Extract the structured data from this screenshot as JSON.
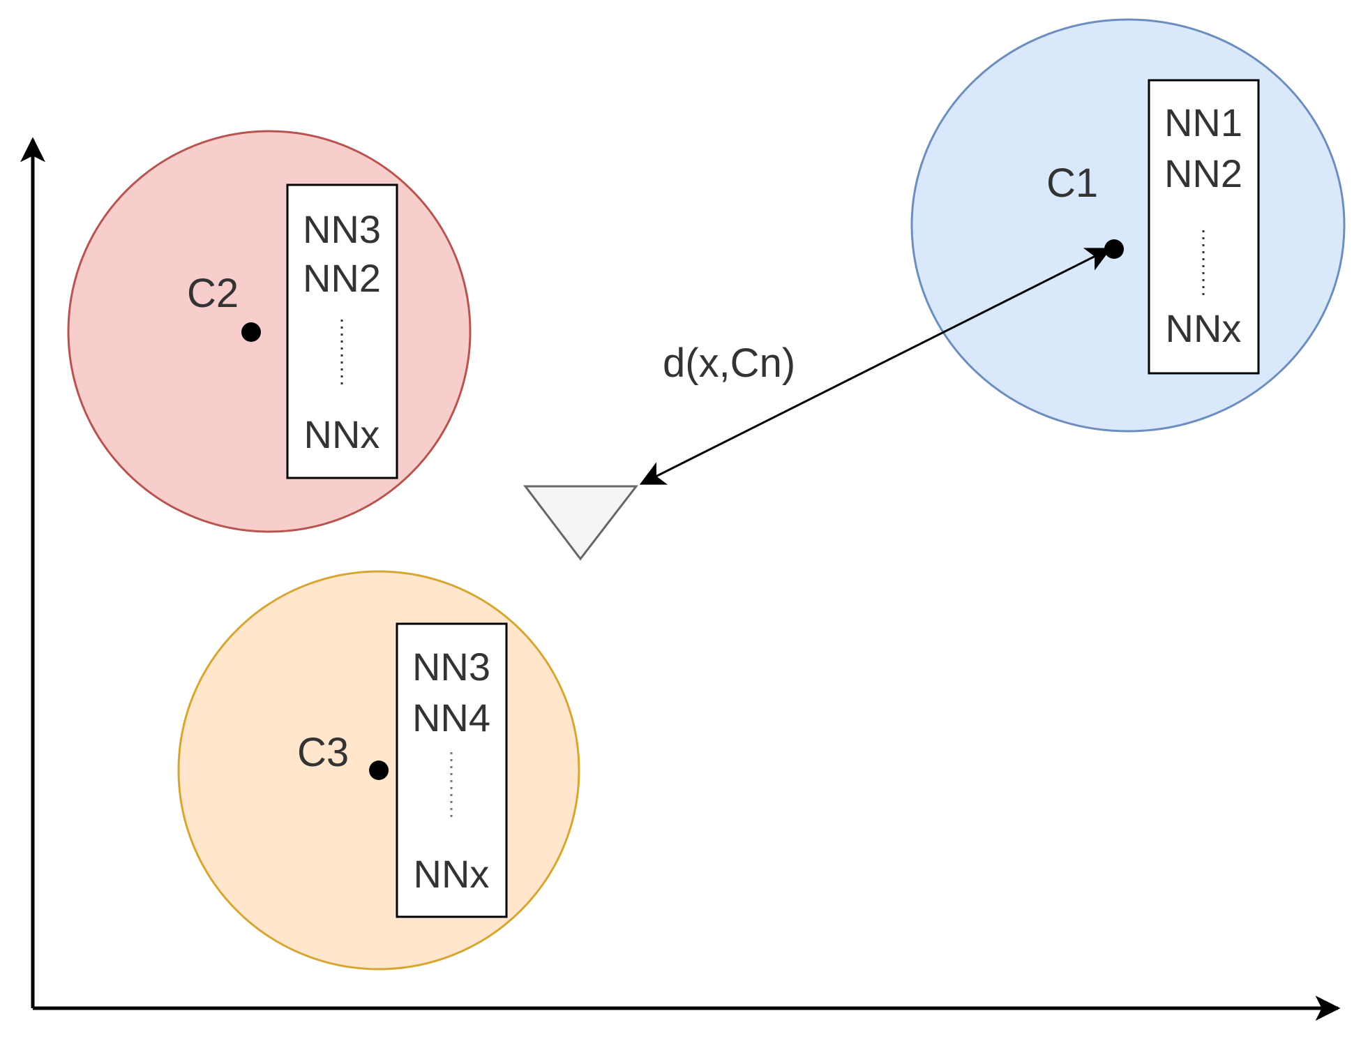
{
  "colors": {
    "axis": "#000000",
    "text": "#333333",
    "c1_fill": "#dae8fc",
    "c1_stroke": "#6c8ebf",
    "c2_fill": "#f8cecc",
    "c2_stroke": "#b85450",
    "c3_fill": "#ffe6cc",
    "c3_stroke": "#d6a630",
    "query_fill": "#f5f5f5",
    "query_stroke": "#666666"
  },
  "clusters": {
    "c1": {
      "label": "C1",
      "items": [
        "NN1",
        "NN2",
        "NNx"
      ]
    },
    "c2": {
      "label": "C2",
      "items": [
        "NN3",
        "NN2",
        "NNx"
      ]
    },
    "c3": {
      "label": "C3",
      "items": [
        "NN3",
        "NN4",
        "NNx"
      ]
    }
  },
  "distance_label": "d(x,Cn)",
  "query_shape": "triangle-down-icon"
}
